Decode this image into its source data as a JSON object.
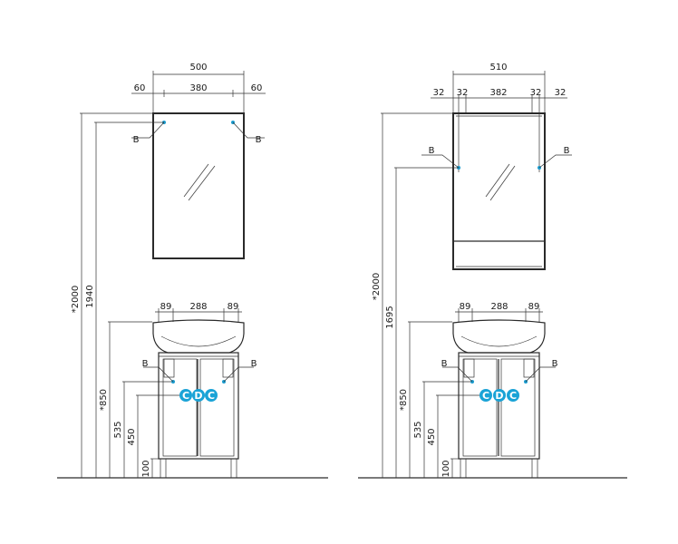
{
  "left": {
    "mirror_width": "500",
    "mirror_inner": "380",
    "mirror_side_left": "60",
    "mirror_side_right": "60",
    "total_height": "*2000",
    "mirror_height": "1940",
    "basin_side_left": "89",
    "basin_center": "288",
    "basin_side_right": "89",
    "vanity_height": "*850",
    "pipe_height": "535",
    "water_height": "450",
    "leg_height": "100",
    "b_labels": [
      "B",
      "B",
      "B",
      "B"
    ],
    "circles": [
      "C",
      "D",
      "C"
    ]
  },
  "right": {
    "mirror_width": "510",
    "mirror_inner": "382",
    "mirror_parts": [
      "32",
      "32",
      "32",
      "32"
    ],
    "total_height": "*2000",
    "mirror_height": "1695",
    "basin_side_left": "89",
    "basin_center": "288",
    "basin_side_right": "89",
    "vanity_height": "*850",
    "pipe_height": "535",
    "water_height": "450",
    "leg_height": "100",
    "b_labels": [
      "B",
      "B",
      "B",
      "B"
    ],
    "circles": [
      "C",
      "D",
      "C"
    ]
  },
  "colors": {
    "pipe": "#1aa3d6",
    "line": "#2a2a2a"
  }
}
